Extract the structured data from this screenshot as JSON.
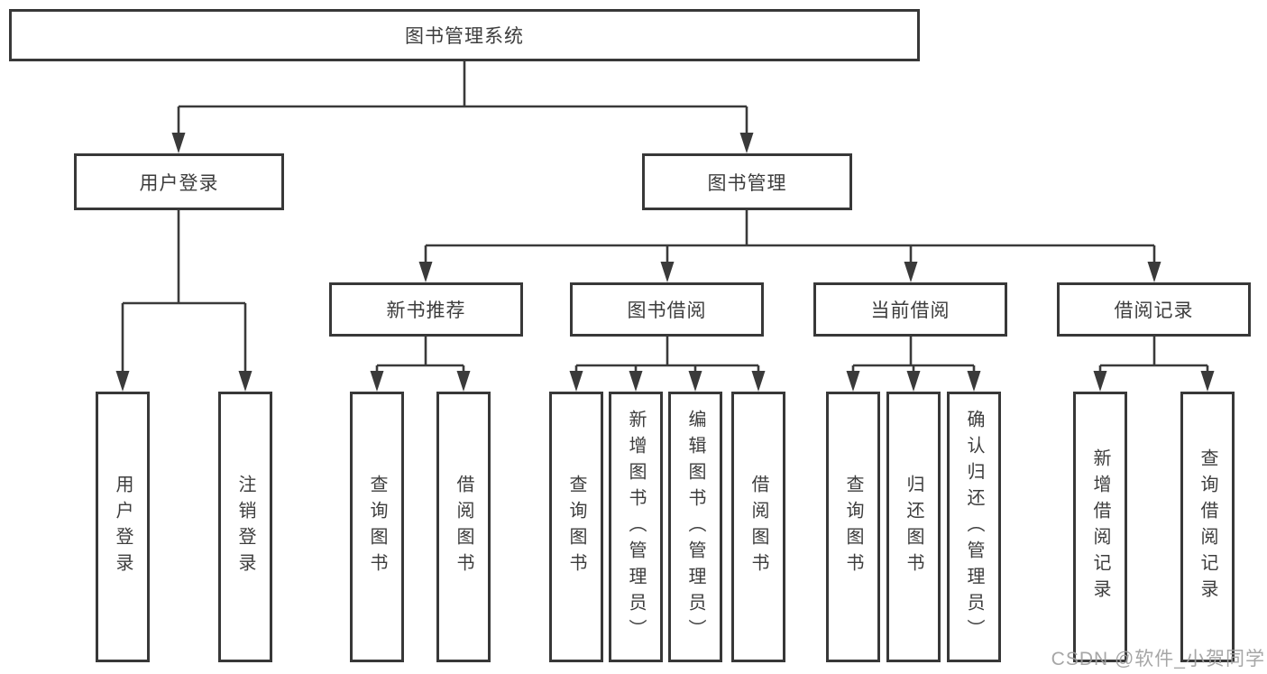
{
  "tree": {
    "root": "图书管理系统",
    "branches": [
      {
        "label": "用户登录",
        "children": [
          "用户登录",
          "注销登录"
        ]
      },
      {
        "label": "图书管理",
        "groups": [
          {
            "label": "新书推荐",
            "children": [
              "查询图书",
              "借阅图书"
            ]
          },
          {
            "label": "图书借阅",
            "children": [
              "查询图书",
              "新增图书（管理员）",
              "编辑图书（管理员）",
              "借阅图书"
            ]
          },
          {
            "label": "当前借阅",
            "children": [
              "查询图书",
              "归还图书",
              "确认归还（管理员）"
            ]
          },
          {
            "label": "借阅记录",
            "children": [
              "新增借阅记录",
              "查询借阅记录"
            ]
          }
        ]
      }
    ]
  },
  "colors": {
    "line": "#3a3a3a",
    "border": "#383838",
    "text": "#3d3d3d",
    "watermark": "#9e9e9e"
  },
  "watermark": "CSDN @软件_小贺同学"
}
